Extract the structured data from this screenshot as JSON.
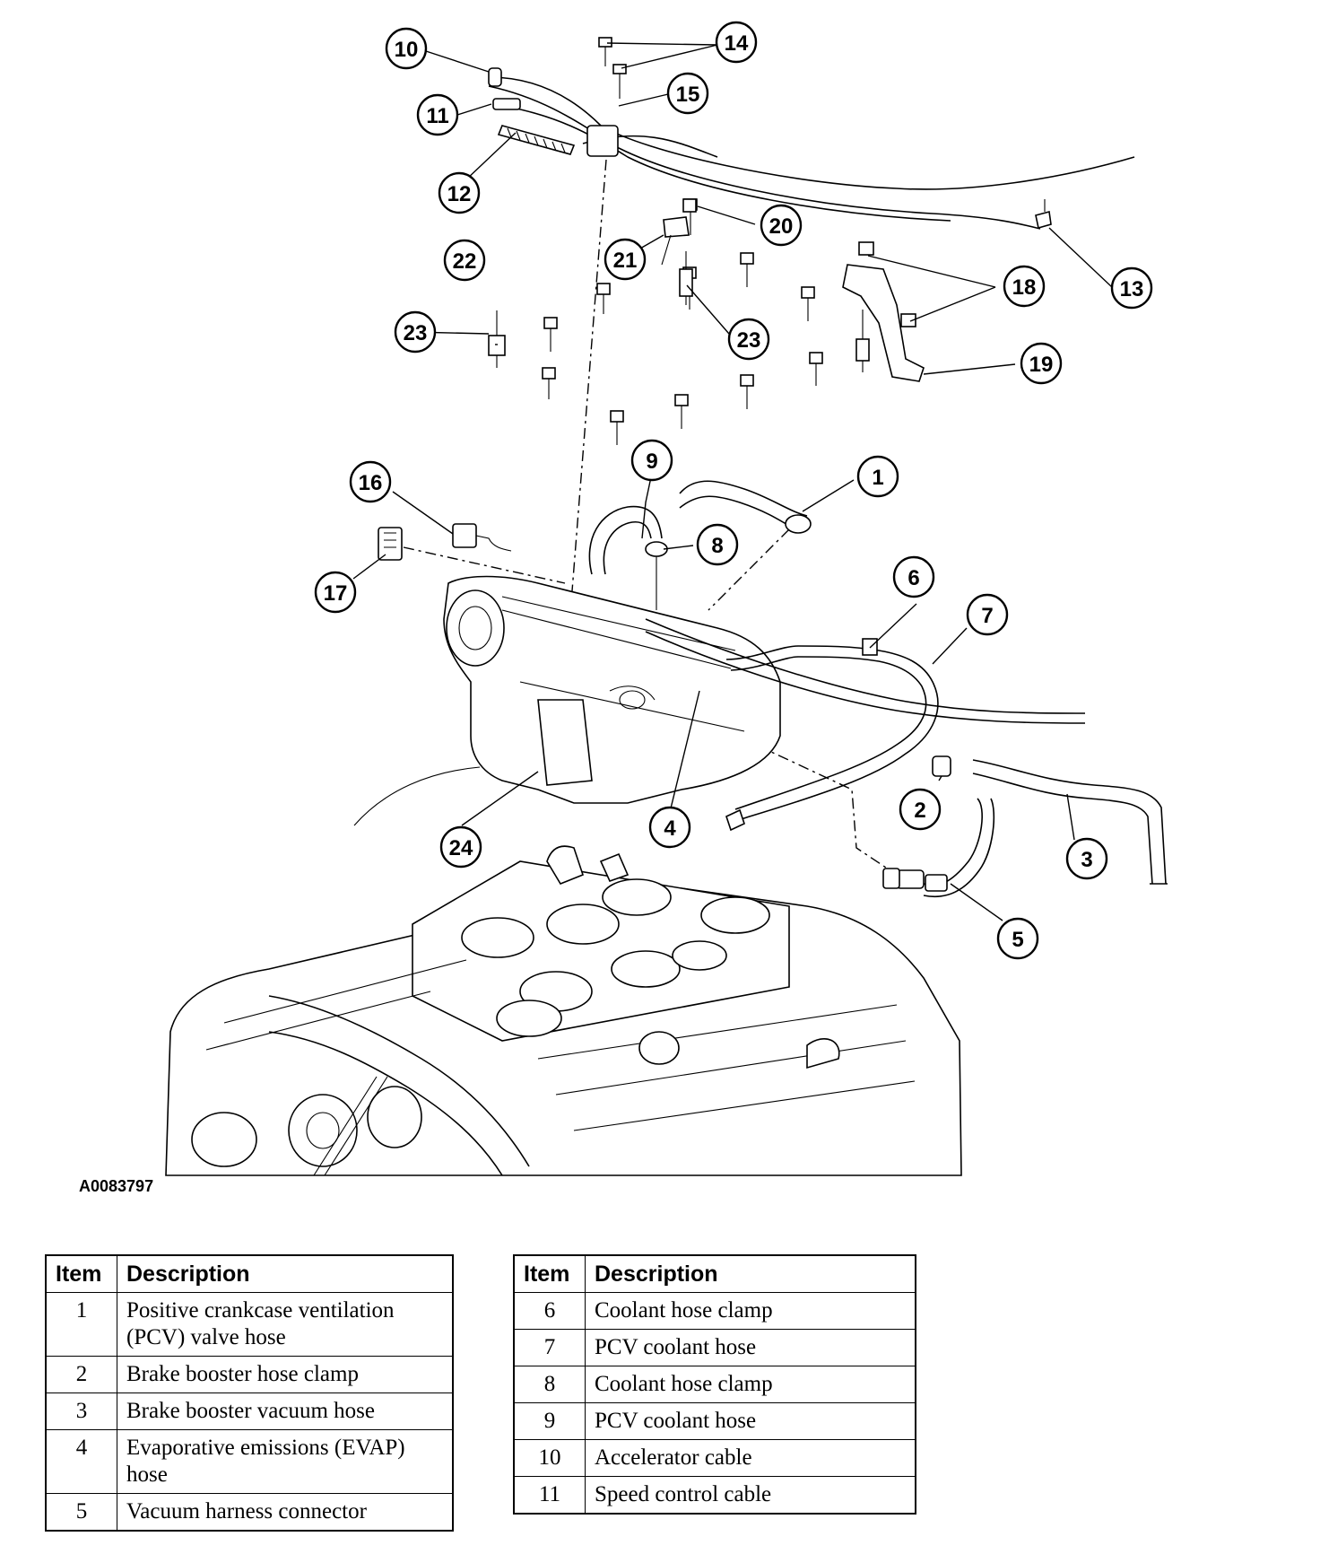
{
  "figure_id": "A0083797",
  "callouts": [
    "1",
    "2",
    "3",
    "4",
    "5",
    "6",
    "7",
    "8",
    "9",
    "10",
    "11",
    "12",
    "13",
    "14",
    "15",
    "16",
    "17",
    "18",
    "19",
    "20",
    "21",
    "22",
    "23",
    "23",
    "24"
  ],
  "legend_left": {
    "header_item": "Item",
    "header_desc": "Description",
    "rows": [
      {
        "item": "1",
        "desc": "Positive crankcase ventilation (PCV) valve hose"
      },
      {
        "item": "2",
        "desc": "Brake booster hose clamp"
      },
      {
        "item": "3",
        "desc": "Brake booster vacuum hose"
      },
      {
        "item": "4",
        "desc": "Evaporative emissions (EVAP) hose"
      },
      {
        "item": "5",
        "desc": "Vacuum harness connector"
      }
    ]
  },
  "legend_right": {
    "header_item": "Item",
    "header_desc": "Description",
    "rows": [
      {
        "item": "6",
        "desc": "Coolant hose clamp"
      },
      {
        "item": "7",
        "desc": "PCV coolant hose"
      },
      {
        "item": "8",
        "desc": "Coolant hose clamp"
      },
      {
        "item": "9",
        "desc": "PCV coolant hose"
      },
      {
        "item": "10",
        "desc": "Accelerator cable"
      },
      {
        "item": "11",
        "desc": "Speed control cable"
      }
    ]
  }
}
